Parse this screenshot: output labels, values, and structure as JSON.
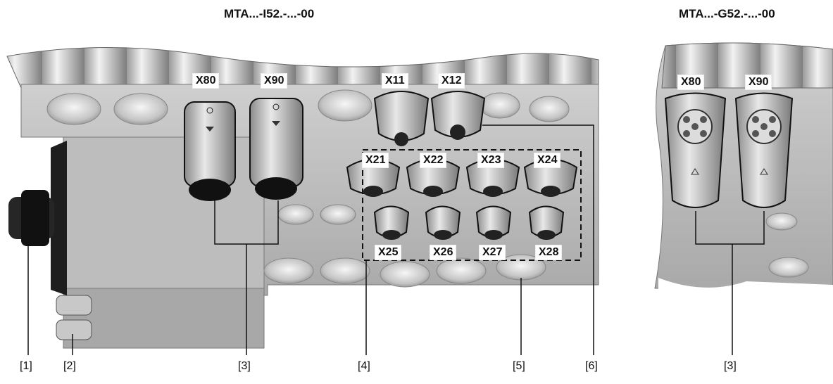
{
  "titles": {
    "left": "MTA...-I52.-...-00",
    "right": "MTA...-G52.-...-00"
  },
  "left_connectors": {
    "x80": "X80",
    "x90": "X90",
    "x11": "X11",
    "x12": "X12",
    "x21": "X21",
    "x22": "X22",
    "x23": "X23",
    "x24": "X24",
    "x25": "X25",
    "x26": "X26",
    "x27": "X27",
    "x28": "X28"
  },
  "right_connectors": {
    "x80": "X80",
    "x90": "X90"
  },
  "references": {
    "r1": "[1]",
    "r2": "[2]",
    "r3": "[3]",
    "r4": "[4]",
    "r5": "[5]",
    "r6": "[6]",
    "r3b": "[3]"
  }
}
